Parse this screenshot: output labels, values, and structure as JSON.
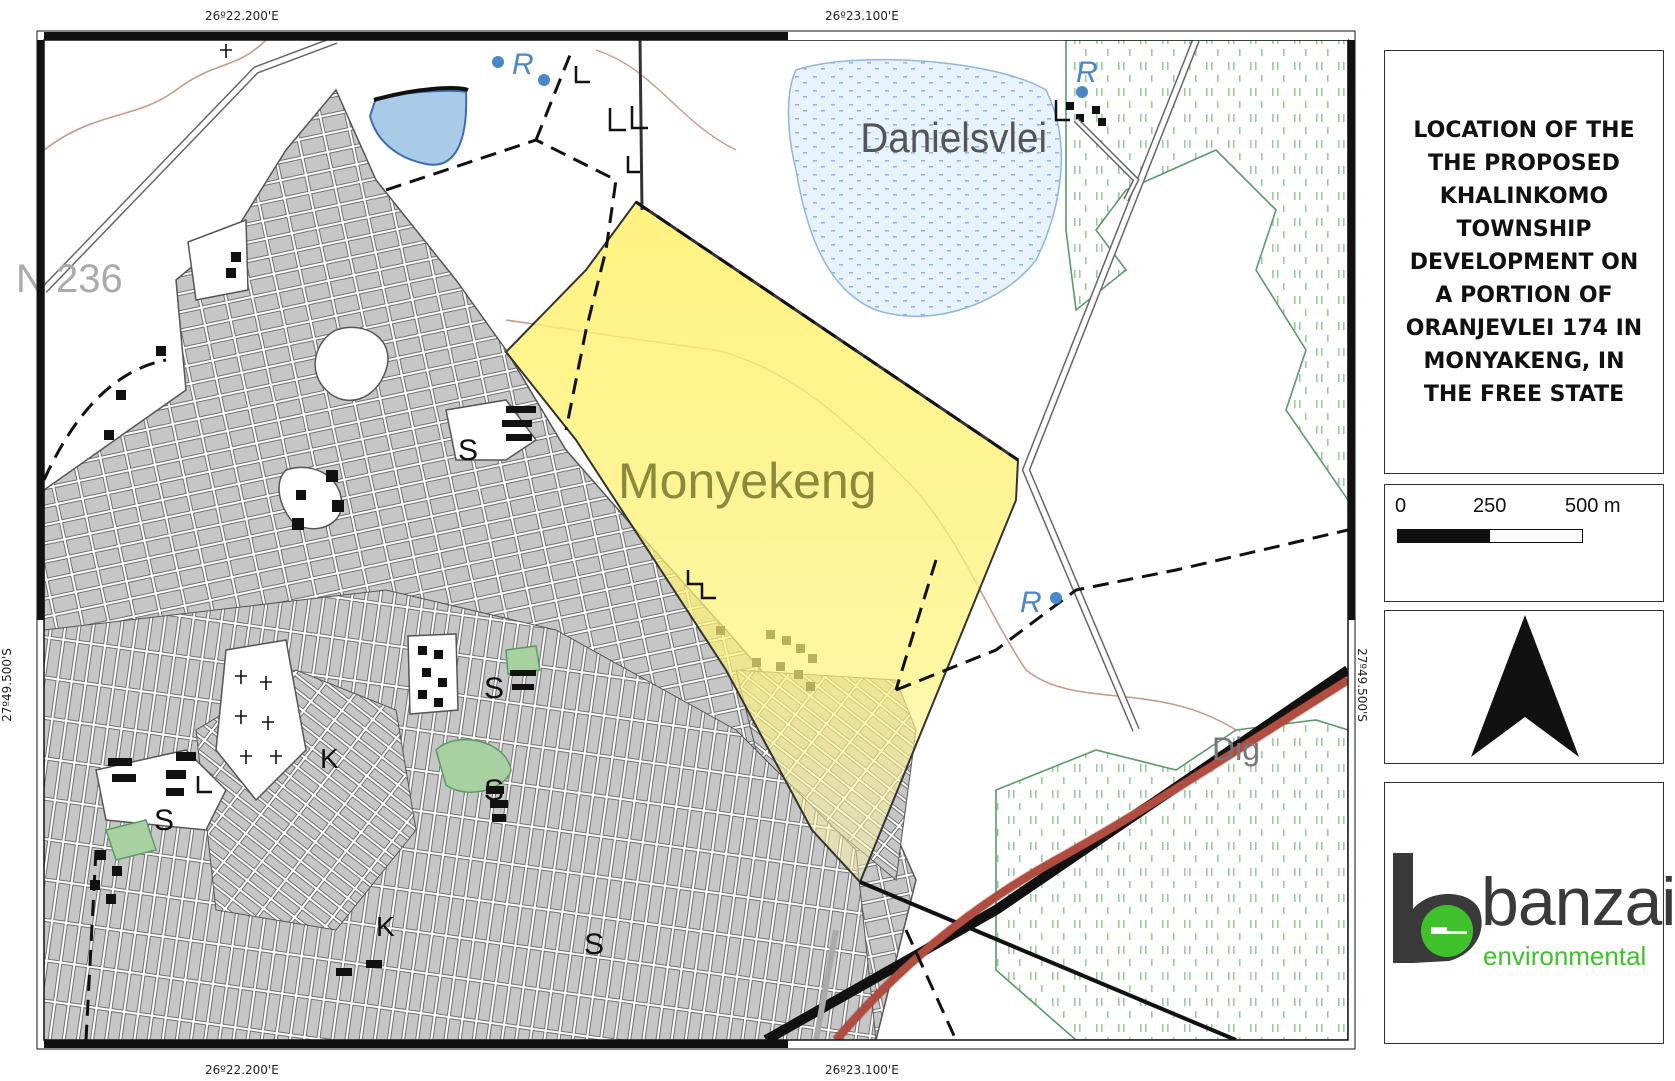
{
  "coords": {
    "top_left": "26º22.200'E",
    "top_right": "26º23.100'E",
    "bottom_left": "26º22.200'E",
    "bottom_right": "26º23.100'E",
    "left_side": "27º49.500'S",
    "right_side": "27º49.500'S"
  },
  "map_labels": {
    "place_main": "Monyekeng",
    "farm": "Danielsvlei",
    "road_number": "N 236",
    "partial_label": "Dig",
    "reservoir": "R",
    "school": "S",
    "clinic": "K"
  },
  "title": "LOCATION OF THE\nTHE PROPOSED\nKHALINKOMO\nTOWNSHIP\nDEVELOPMENT ON\nA PORTION OF\nORANJEVLEI 174 IN\nMONYAKENG, IN\nTHE FREE STATE",
  "scale": {
    "tick_0": "0",
    "tick_mid": "250",
    "tick_end": "500 m"
  },
  "logo": {
    "name": "banzai",
    "tagline": "environmental",
    "accent_color": "#3fc12b",
    "dark_color": "#3a3a3a"
  },
  "colors": {
    "site_fill": "#fff27a",
    "urban_fill": "#c4c4c4",
    "water": "#a9cbe8",
    "vegetation_line": "#5a9a6a",
    "contour": "#c79a8a",
    "main_road": "#111111",
    "secondary_road": "#c8584a"
  },
  "icons": [
    "north-arrow-icon",
    "banzai-logo-icon"
  ]
}
